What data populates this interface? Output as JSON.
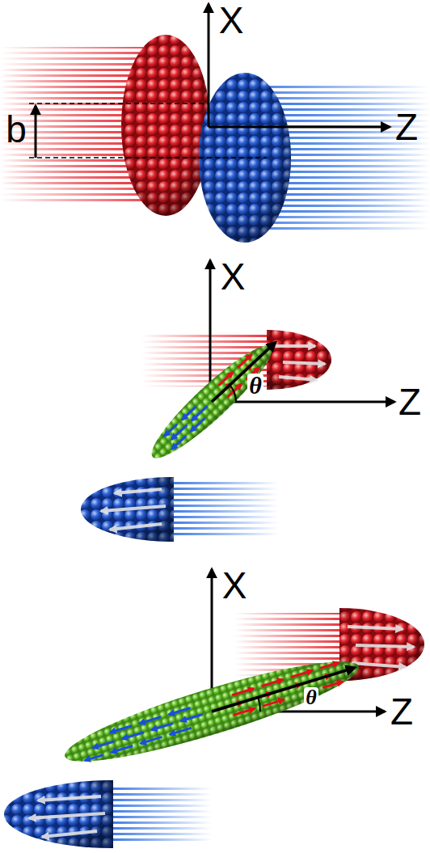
{
  "diagram": {
    "labels": [
      "X",
      "b",
      "Z",
      "X",
      "Z",
      "θ",
      "X",
      "Z",
      "θ"
    ]
  }
}
